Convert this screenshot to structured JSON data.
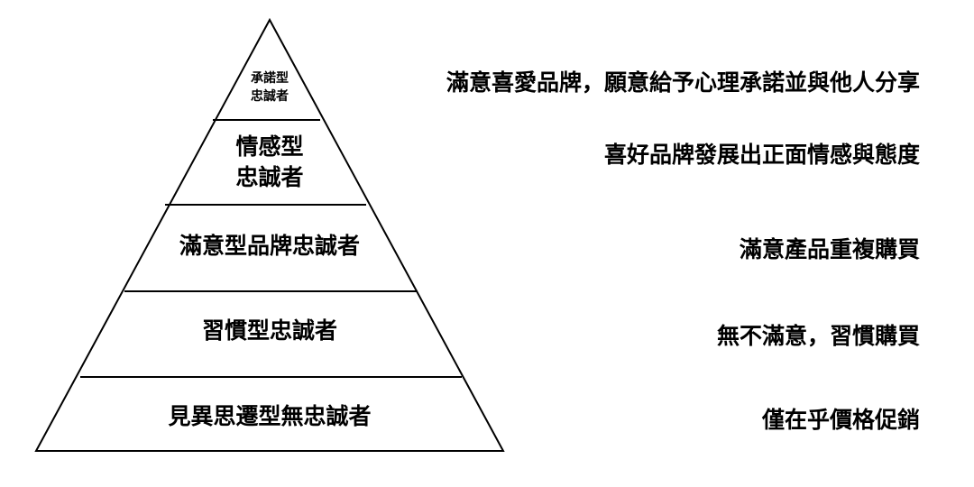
{
  "pyramid": {
    "tiers": [
      {
        "label": "承諾型\n忠誠者"
      },
      {
        "label": "情感型\n忠誠者"
      },
      {
        "label": "滿意型品牌忠誠者"
      },
      {
        "label": "習慣型忠誠者"
      },
      {
        "label": "見異思遷型無忠誠者"
      }
    ]
  },
  "descriptions": [
    "滿意喜愛品牌，願意給予心理承諾並與他人分享",
    "喜好品牌發展出正面情感與態度",
    "滿意產品重複購買",
    "無不滿意，習慣購買",
    "僅在乎價格促銷"
  ],
  "colors": {
    "line": "#000000",
    "fill": "#ffffff",
    "text": "#000000"
  }
}
